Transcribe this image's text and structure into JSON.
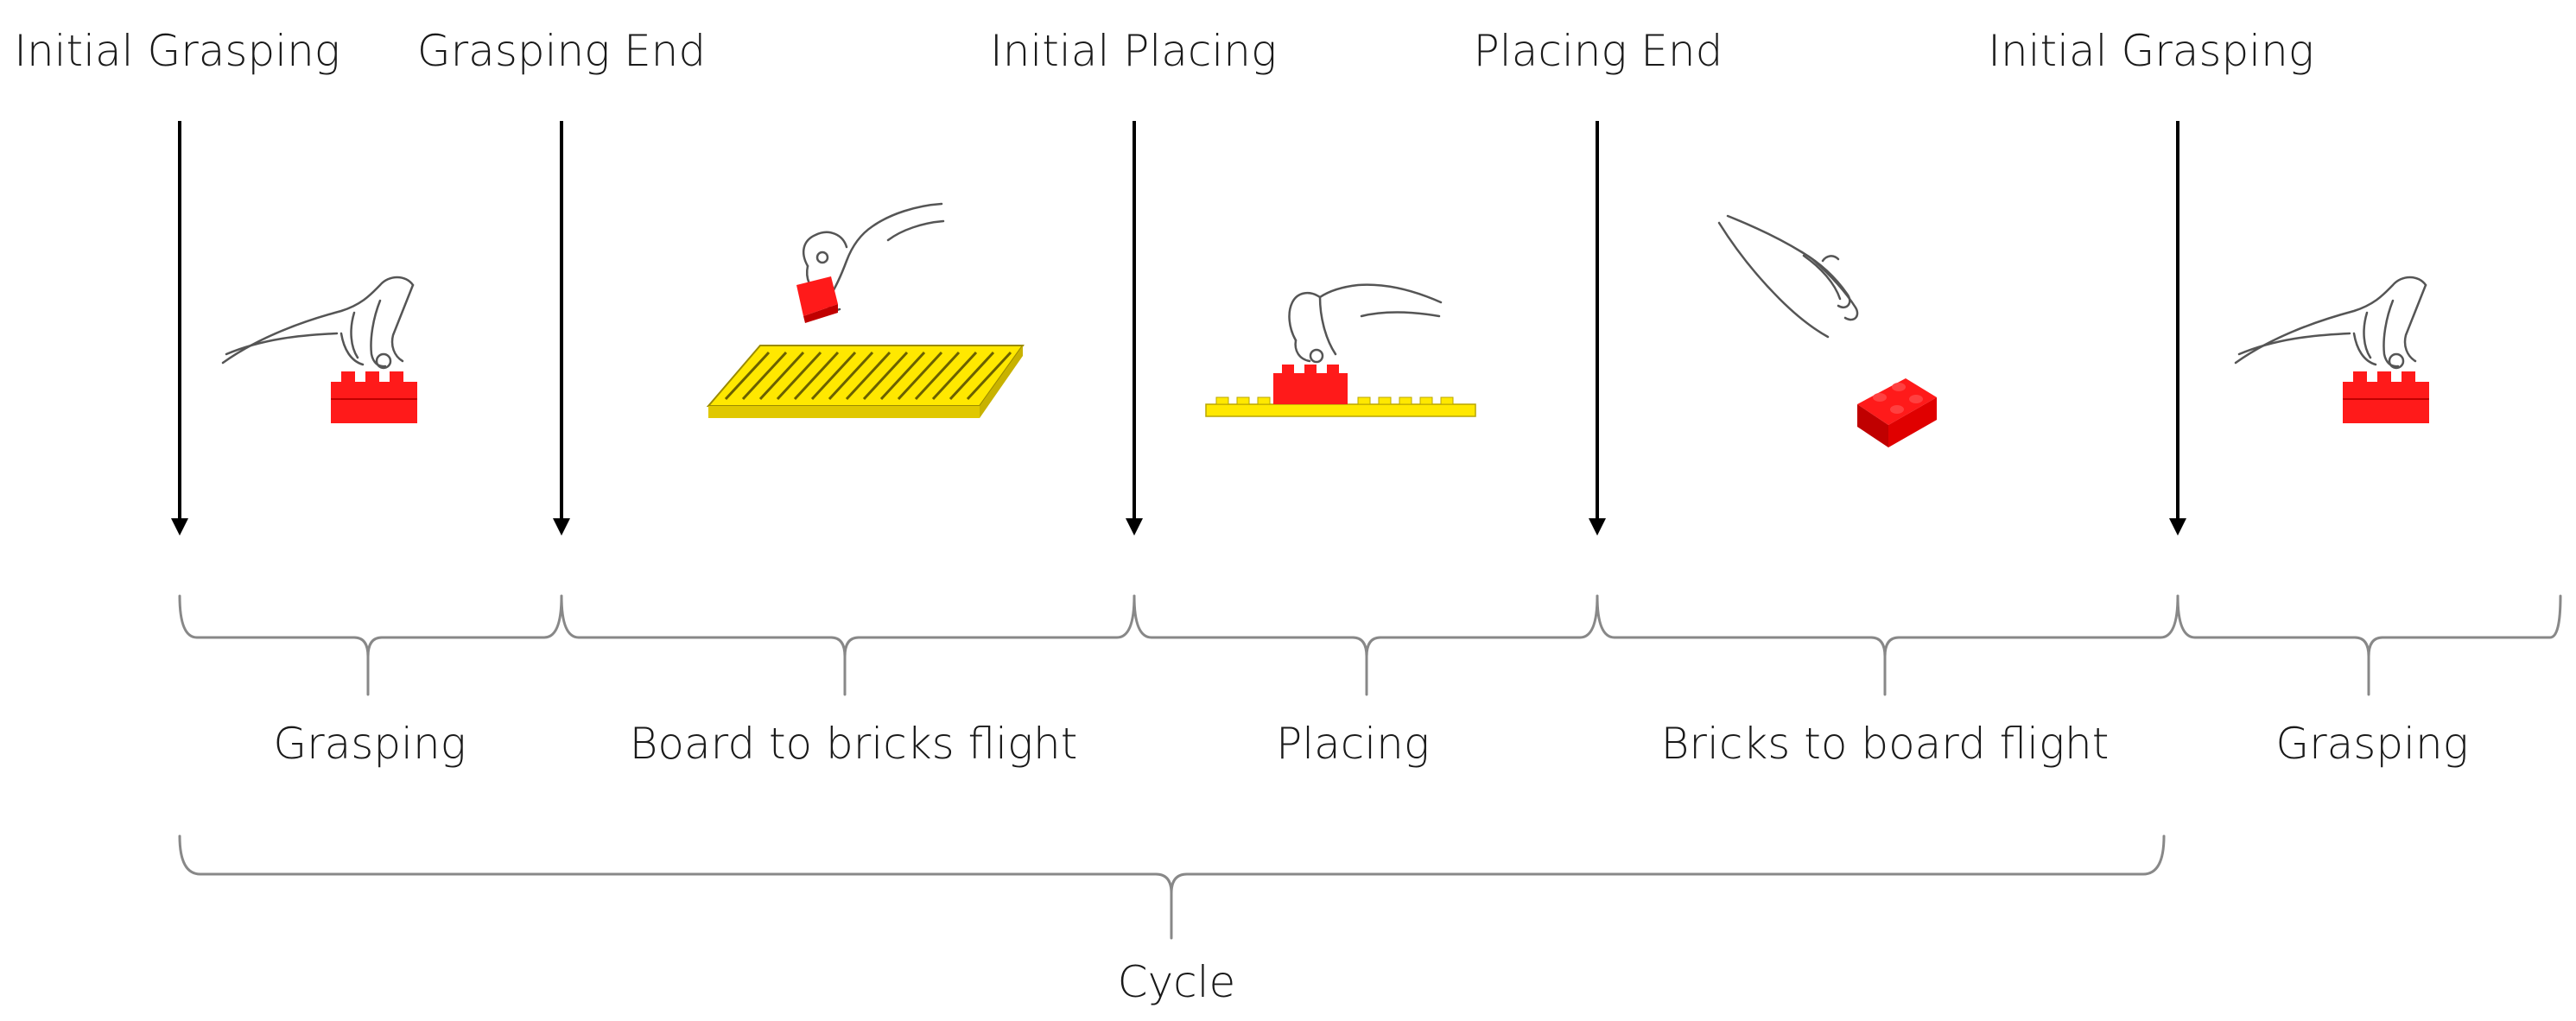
{
  "events": [
    {
      "label": "Initial Grasping"
    },
    {
      "label": "Grasping End"
    },
    {
      "label": "Initial Placing"
    },
    {
      "label": "Placing End"
    },
    {
      "label": "Initial Grasping"
    }
  ],
  "phases": [
    {
      "label": "Grasping"
    },
    {
      "label": "Board to bricks flight"
    },
    {
      "label": "Placing"
    },
    {
      "label": "Bricks to board flight"
    },
    {
      "label": "Grasping"
    }
  ],
  "cycle": {
    "label": "Cycle"
  },
  "colors": {
    "brick": "#ff1a1a",
    "brick_dark": "#c00000",
    "board": "#ffe800",
    "board_dark": "#9a8a00",
    "arrow": "#000000",
    "brace": "#888888",
    "sketch": "#555555"
  }
}
